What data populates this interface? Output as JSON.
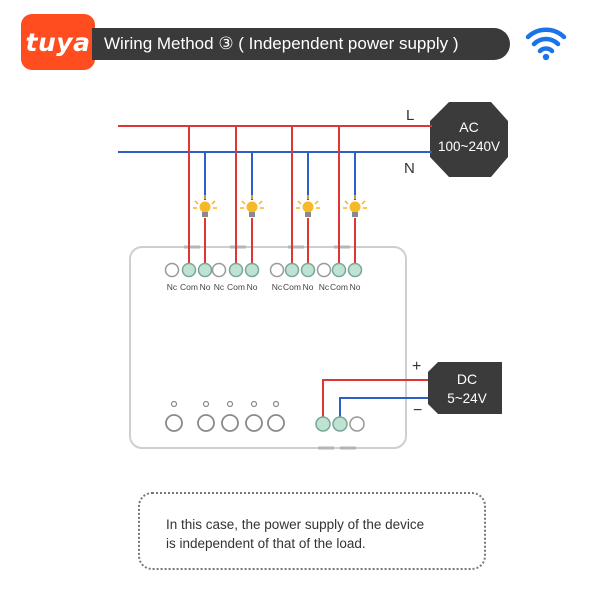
{
  "header": {
    "logo_text": "tuya",
    "title": "Wiring Method ③ ( Independent power supply )",
    "wifi_icon": "wifi-icon"
  },
  "colors": {
    "brand": "#ff4d1f",
    "live_wire": "#e03535",
    "neutral_wire": "#2d5fc4",
    "terminal": "#bfe3d3",
    "source_box": "#3b3b3b",
    "wifi": "#1a73e8"
  },
  "ac_source": {
    "label": "AC",
    "range": "100~240V",
    "live": "L",
    "neutral": "N"
  },
  "dc_source": {
    "label": "DC",
    "range": "5~24V",
    "plus": "+",
    "minus": "−"
  },
  "relay_terminals": [
    "Nc",
    "Com",
    "No",
    "Nc",
    "Com",
    "No",
    "Nc",
    "Com",
    "No",
    "Nc",
    "Com",
    "No"
  ],
  "loads": [
    "bulb-icon",
    "bulb-icon",
    "bulb-icon",
    "bulb-icon"
  ],
  "note": {
    "line1": "In this case, the power supply of the device",
    "line2": "is independent of that of the load."
  }
}
